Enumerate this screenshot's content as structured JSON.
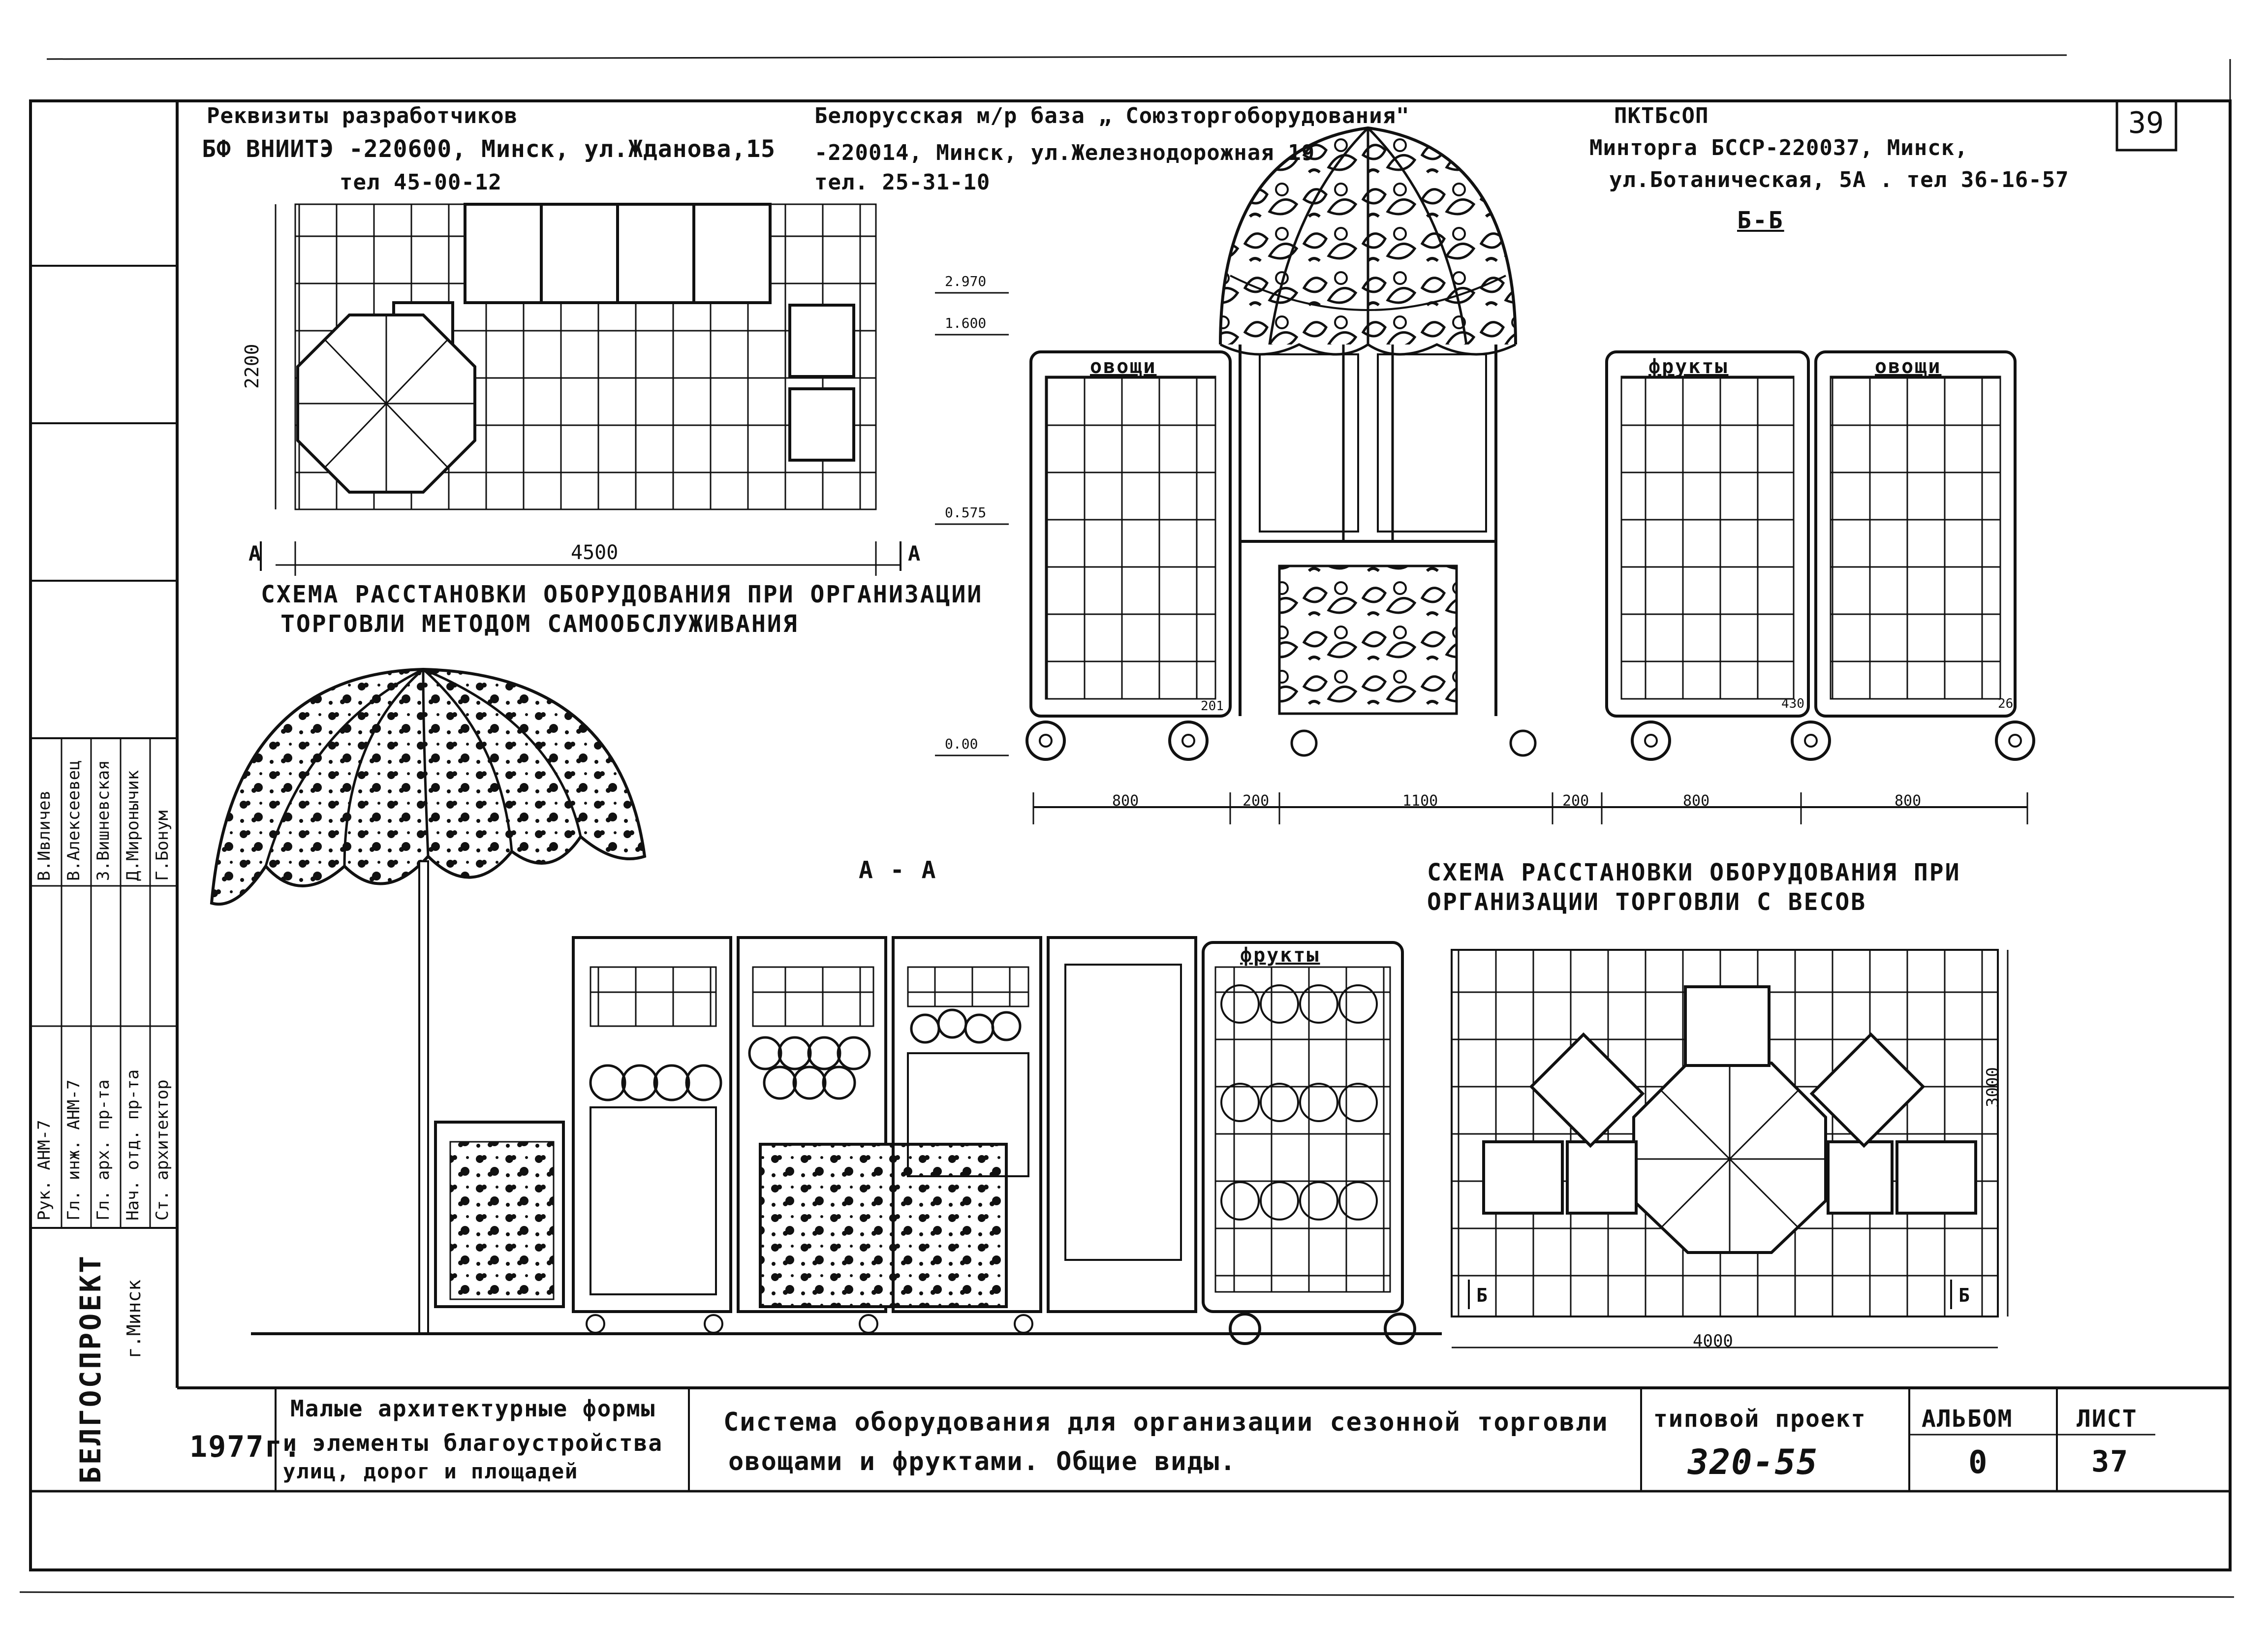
{
  "sheet_number_top": "39",
  "developers": {
    "title": "Реквизиты разработчиков",
    "org1": {
      "line1": "БФ ВНИИТЭ -220600, Минск, ул.Жданова,15",
      "line2": "тел 45-00-12"
    },
    "org2": {
      "line1": "Белорусская м/р база „ Союзторгоборудования\"",
      "line2": "-220014, Минск, ул.Железнодорожная 19",
      "line3": "тел. 25-31-10"
    },
    "org3": {
      "line1": "ПКТБсОП",
      "line2": "Минторга БССР-220037, Минск,",
      "line3": "ул.Ботаническая, 5А . тел 36-16-57"
    }
  },
  "section_bb": "Б-Б",
  "section_aa": "А - А",
  "plan1": {
    "caption_line1": "СХЕМА РАССТАНОВКИ ОБОРУДОВАНИЯ ПРИ ОРГАНИЗАЦИИ",
    "caption_line2": "ТОРГОВЛИ МЕТОДОМ САМООБСЛУЖИВАНИЯ",
    "dim_width": "4500",
    "dim_height": "2200",
    "cut_label": "А"
  },
  "elevation_bb": {
    "level_top": "2.970",
    "level_mid": "1.600",
    "level_low": "0.575",
    "level_zero": "0.00",
    "label_vegetables_left": "овощи",
    "label_fruits": "фрукты",
    "label_vegetables_right": "овощи",
    "small_marks": [
      "201",
      "430",
      "26"
    ],
    "dims": [
      "800",
      "200",
      "1100",
      "200",
      "800",
      "800"
    ]
  },
  "elevation_aa": {
    "label_fruits": "фрукты"
  },
  "plan2": {
    "caption_line1": "СХЕМА РАССТАНОВКИ ОБОРУДОВАНИЯ ПРИ",
    "caption_line2": "ОРГАНИЗАЦИИ ТОРГОВЛИ С ВЕСОВ",
    "dim_width": "4000",
    "dim_height": "3000",
    "cut_label": "Б"
  },
  "side_stamp": {
    "org": "БЕЛГОСПРОЕКТ",
    "city": "г.Минск",
    "roles": [
      "Рук. АНМ-7",
      "Гл. инж. АНМ-7",
      "Гл. арх. пр-та",
      "Нач. отд. пр-та",
      "Ст. архитектор"
    ],
    "names": [
      "В.Ивличев",
      "В.Алексеевец",
      "З.Вишневская",
      "Д.Миронычик",
      "Г.Бонум"
    ]
  },
  "title_block": {
    "year": "1977г.",
    "series_line1": "Малые архитектурные формы",
    "series_line2": "и элементы благоустройства",
    "series_line3": "улиц, дорог и площадей",
    "title_line1": "Система оборудования для организации сезонной торговли",
    "title_line2": "овощами и фруктами. Общие виды.",
    "project_label": "типовой проект",
    "project_number": "320-55",
    "album_label": "АЛЬБОМ",
    "album_number": "0",
    "sheet_label": "ЛИСТ",
    "sheet_number": "37"
  }
}
